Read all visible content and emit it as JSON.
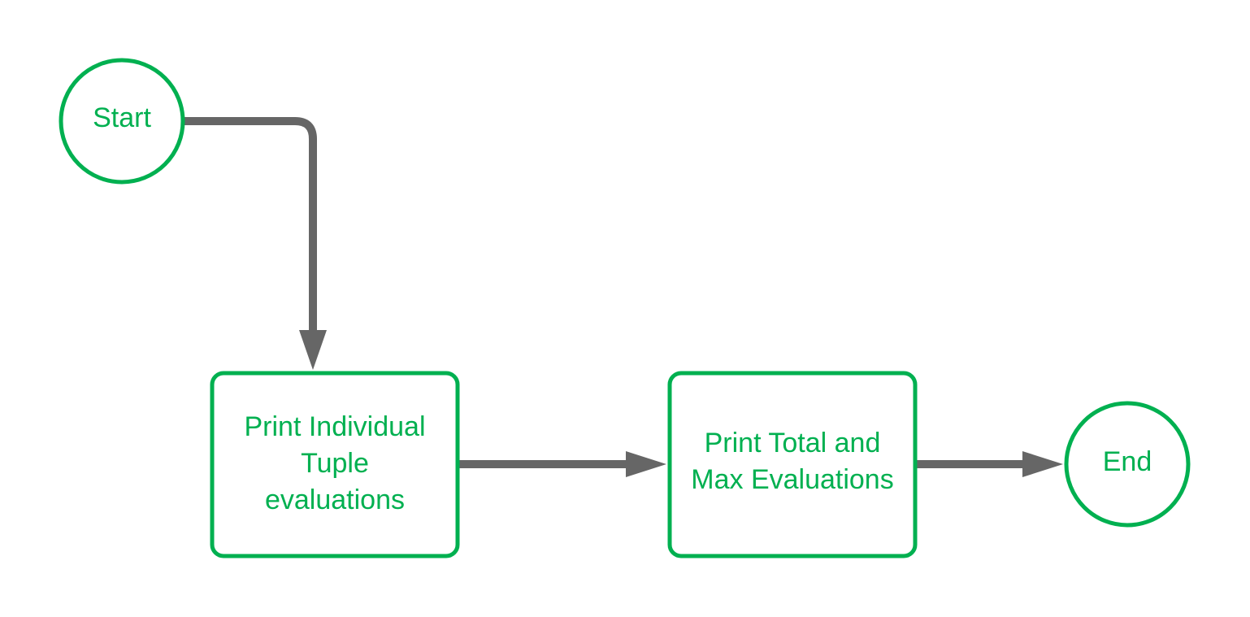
{
  "diagram": {
    "nodes": {
      "start": {
        "label": "Start"
      },
      "print_individual": {
        "lines": [
          "Print Individual",
          "Tuple",
          "evaluations"
        ]
      },
      "print_total": {
        "lines": [
          "Print Total and",
          "Max Evaluations"
        ]
      },
      "end": {
        "label": "End"
      }
    },
    "edges": [
      {
        "from": "Start",
        "to": "Print Individual Tuple evaluations"
      },
      {
        "from": "Print Individual Tuple evaluations",
        "to": "Print Total and Max Evaluations"
      },
      {
        "from": "Print Total and Max Evaluations",
        "to": "End"
      }
    ],
    "colors": {
      "node_stroke": "#00b050",
      "node_text": "#00b050",
      "connector": "#666666",
      "background": "#ffffff"
    }
  }
}
